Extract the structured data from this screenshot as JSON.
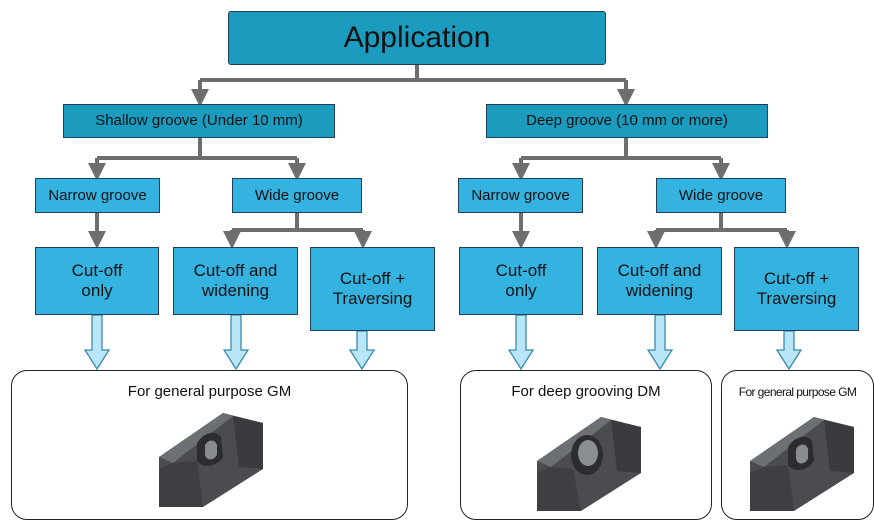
{
  "root": {
    "label": "Application"
  },
  "shallow": {
    "label": "Shallow groove (Under 10 mm)",
    "narrow": {
      "label": "Narrow groove",
      "cutoff": "Cut-off only"
    },
    "wide": {
      "label": "Wide groove",
      "widening": "Cut-off and widening",
      "traversing": "Cut-off + Traversing"
    }
  },
  "deep": {
    "label": "Deep groove (10 mm or more)",
    "narrow": {
      "label": "Narrow groove",
      "cutoff": "Cut-off only"
    },
    "wide": {
      "label": "Wide groove",
      "widening": "Cut-off and widening",
      "traversing": "Cut-off + Traversing"
    }
  },
  "results": [
    {
      "label": "For general purpose  GM",
      "icon": "grooving-tool-gm-icon"
    },
    {
      "label": "For deep grooving  DM",
      "icon": "grooving-tool-dm-icon"
    },
    {
      "label": "For general purpose  GM",
      "icon": "grooving-tool-gm-icon"
    }
  ],
  "colors": {
    "root": "#1b9cbf",
    "boxes": "#35b3e0",
    "connector": "#6e6e6e",
    "arrow_fill": "#b8e6f6",
    "arrow_stroke": "#3a8ab0"
  }
}
